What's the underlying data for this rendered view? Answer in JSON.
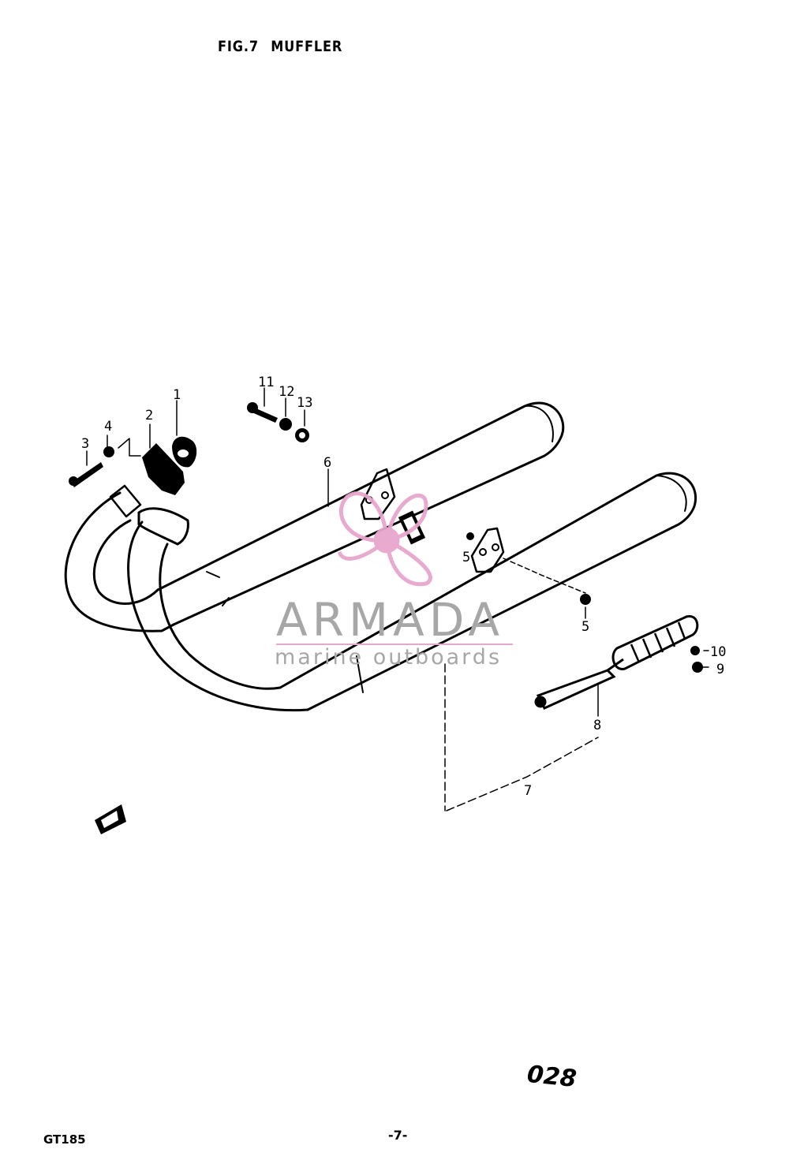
{
  "figure": {
    "fig_label": "FIG.7",
    "fig_title": "MUFFLER"
  },
  "footer": {
    "model": "GT185",
    "page": "-7-",
    "stamp": "028"
  },
  "watermark": {
    "brand": "ARMADA",
    "tagline": "marine outboards",
    "colors": {
      "logo": "#e7a6cc",
      "text": "#a7a7a7"
    }
  },
  "callouts": [
    "1",
    "2",
    "3",
    "4",
    "5",
    "5",
    "6",
    "7",
    "8",
    "9",
    "10",
    "11",
    "12",
    "13"
  ]
}
